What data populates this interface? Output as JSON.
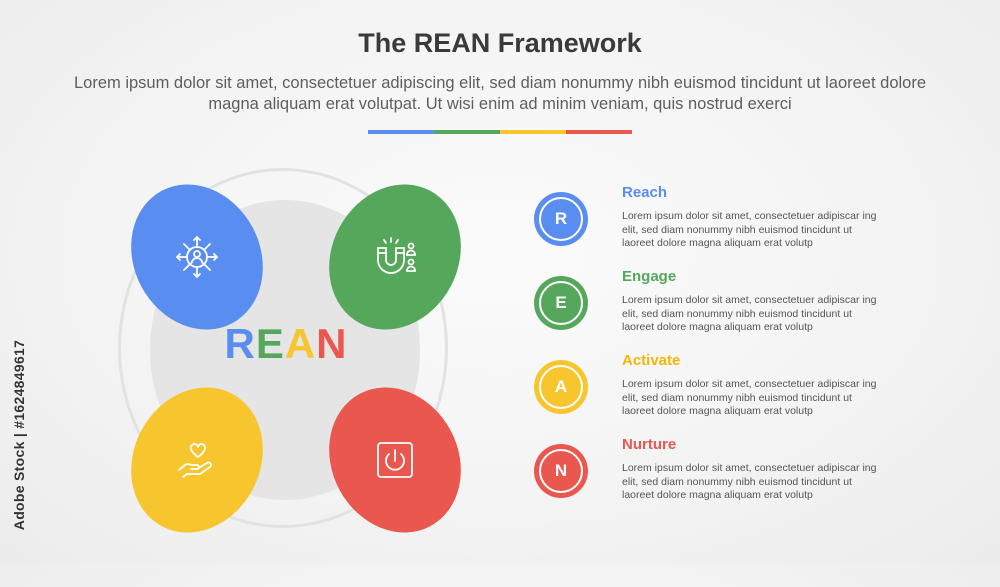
{
  "header": {
    "title": "The REAN Framework",
    "subtitle": "Lorem ipsum dolor sit amet, consectetuer adipiscing elit, sed diam nonummy nibh euismod tincidunt ut laoreet dolore magna aliquam erat volutpat. Ut wisi enim ad minim veniam, quis nostrud exerci"
  },
  "colors": {
    "blue": "#5a8df0",
    "green": "#55a85b",
    "yellow": "#f7c62f",
    "red": "#e9574f"
  },
  "diagram": {
    "center_letters": [
      "R",
      "E",
      "A",
      "N"
    ],
    "petals": [
      {
        "stage": "Reach",
        "icon": "user-network-icon"
      },
      {
        "stage": "Engage",
        "icon": "magnet-people-icon"
      },
      {
        "stage": "Activate",
        "icon": "heart-hand-icon"
      },
      {
        "stage": "Nurture",
        "icon": "power-button-icon"
      }
    ]
  },
  "stages": [
    {
      "letter": "R",
      "title": "Reach",
      "text": "Lorem ipsum dolor sit amet, consectetuer adipiscar ing elit, sed diam nonummy nibh euismod tincidunt ut laoreet dolore magna aliquam erat volutp"
    },
    {
      "letter": "E",
      "title": "Engage",
      "text": "Lorem ipsum dolor sit amet, consectetuer adipiscar ing elit, sed diam nonummy nibh euismod tincidunt ut laoreet dolore magna aliquam erat volutp"
    },
    {
      "letter": "A",
      "title": "Activate",
      "text": "Lorem ipsum dolor sit amet, consectetuer adipiscar ing elit, sed diam nonummy nibh euismod tincidunt ut laoreet dolore magna aliquam erat volutp"
    },
    {
      "letter": "N",
      "title": "Nurture",
      "text": "Lorem ipsum dolor sit amet, consectetuer adipiscar ing elit, sed diam nonummy nibh euismod tincidunt ut laoreet dolore magna aliquam erat volutp"
    }
  ],
  "watermark": {
    "text": "Adobe Stock | #1624849617"
  }
}
